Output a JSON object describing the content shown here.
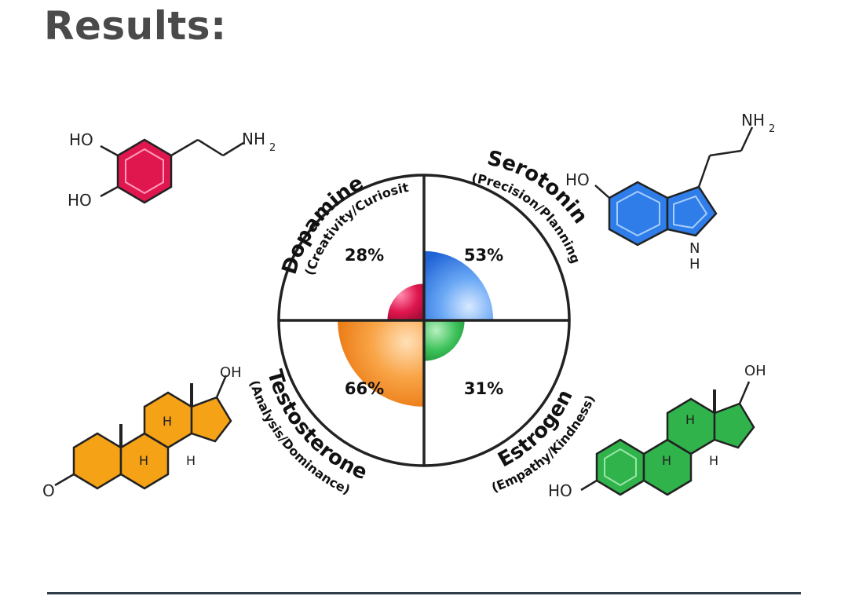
{
  "page": {
    "title": "Results:"
  },
  "quadrants": [
    {
      "key": "dopamine",
      "name": "Dopamine",
      "traits": "(Creativity/Curiosity)",
      "percent": "28%",
      "value": 28,
      "color": "#e0174f"
    },
    {
      "key": "serotonin",
      "name": "Serotonin",
      "traits": "(Precision/Planning)",
      "percent": "53%",
      "value": 53,
      "color": "#2e7de8"
    },
    {
      "key": "testosterone",
      "name": "Testosterone",
      "traits": "(Analysis/Dominance)",
      "percent": "66%",
      "value": 66,
      "color": "#f28a16"
    },
    {
      "key": "estrogen",
      "name": "Estrogen",
      "traits": "(Empathy/Kindness)",
      "percent": "31%",
      "value": 31,
      "color": "#2fb34a"
    }
  ],
  "molecules": {
    "dopamine": {
      "ho1": "HO",
      "ho2": "HO",
      "amine": "NH",
      "amine_sub": "2"
    },
    "serotonin": {
      "ho": "HO",
      "amine": "NH",
      "amine_sub": "2",
      "n": "N",
      "h": "H"
    },
    "testosterone": {
      "oh": "OH",
      "o": "O",
      "h1": "H",
      "h2": "H",
      "h3": "H"
    },
    "estrogen": {
      "oh": "OH",
      "ho": "HO",
      "h1": "H",
      "h2": "H",
      "h3": "H"
    }
  },
  "icons": {
    "dopamine": "dopamine-molecule-icon",
    "serotonin": "serotonin-molecule-icon",
    "testosterone": "testosterone-molecule-icon",
    "estrogen": "estrogen-molecule-icon"
  }
}
